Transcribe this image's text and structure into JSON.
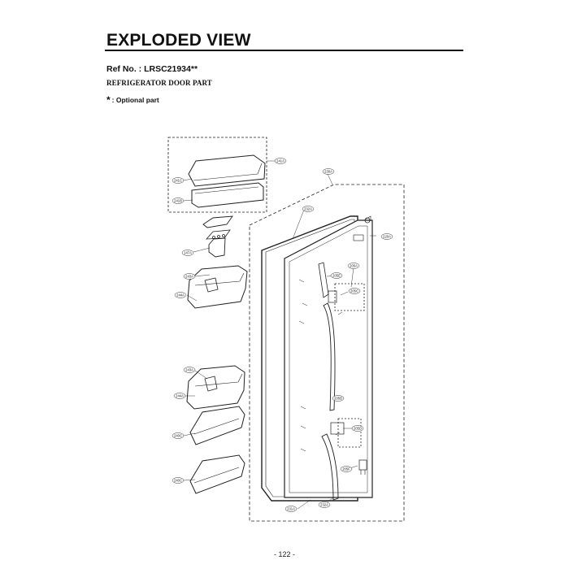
{
  "header": {
    "title": "EXPLODED VIEW",
    "ref_no": "Ref No. : LRSC21934**",
    "part_title": "REFRIGERATOR DOOR PART",
    "optional_star": "*",
    "optional_label": ": Optional part"
  },
  "parts": {
    "p241A": "241A",
    "p241C": "241C",
    "p241B": "241B",
    "p230A_top": "230A",
    "p232A_top": "232A",
    "p220A": "220A",
    "p147A": "147A",
    "p243A_a": "243A",
    "p244A_a": "244A",
    "p205A": "205A",
    "p205E": "205E",
    "p205C": "205C",
    "p243A_b": "243A",
    "p244A_b": "244A",
    "p205B": "205B",
    "p205D": "205D",
    "p240C_a": "240C",
    "p240C_b": "240C",
    "p205F": "205F",
    "p231A": "231A",
    "p232A_bottom": "232A"
  },
  "footer": {
    "page_number": "- 122 -"
  }
}
